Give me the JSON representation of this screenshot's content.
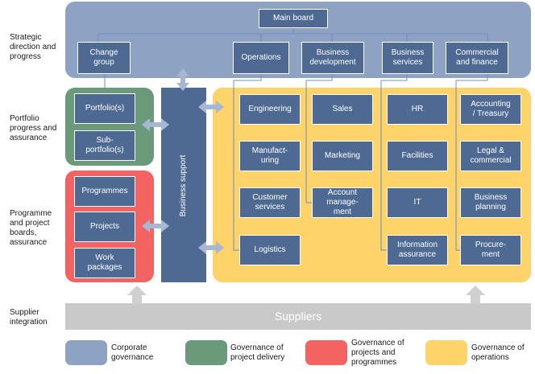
{
  "colors": {
    "corporate": "#8ea2c3",
    "project_delivery": "#6a9a7a",
    "projects_programmes": "#f26361",
    "operations": "#fdd36a",
    "box": "#4e6a93",
    "suppliers": "#c9c9c9",
    "connector": "#6f8fc0"
  },
  "row_labels": {
    "strategic": "Strategic\ndirection and\nprogress",
    "portfolio": "Portfolio\nprogress and\nassurance",
    "programme": "Programme\nand project\nboards,\nassurance",
    "supplier": "Supplier\nintegration"
  },
  "main_board": "Main board",
  "top_boxes": {
    "change_group": "Change\ngroup",
    "operations": "Operations",
    "business_development": "Business\ndevelopment",
    "business_services": "Business\nservices",
    "commercial_finance": "Commercial\nand finance"
  },
  "portfolio_boxes": {
    "portfolios": "Portfolio(s)",
    "sub_portfolios": "Sub-\nportfolio(s)"
  },
  "programme_boxes": {
    "programmes": "Programmes",
    "projects": "Projects",
    "work_packages": "Work\npackages"
  },
  "business_support": "Business support",
  "operations_boxes": {
    "engineering": "Engineering",
    "manufacturing": "Manufact-\nuring",
    "customer_services": "Customer\nservices",
    "logistics": "Logistics",
    "sales": "Sales",
    "marketing": "Marketing",
    "account_management": "Account\nmanage-\nment",
    "hr": "HR",
    "facilities": "Facilities",
    "it": "IT",
    "information_assurance": "Information\nassurance",
    "accounting": "Accounting\n/ Treasury",
    "legal": "Legal &\ncommercial",
    "business_planning": "Business\nplanning",
    "procurement": "Procure-\nment"
  },
  "suppliers": "Suppliers",
  "legend": {
    "corporate": "Corporate\ngovernance",
    "project_delivery": "Governance of\nproject delivery",
    "projects_programmes": "Governance of\nprojects and\nprogrammes",
    "operations": "Governance of\noperations"
  }
}
